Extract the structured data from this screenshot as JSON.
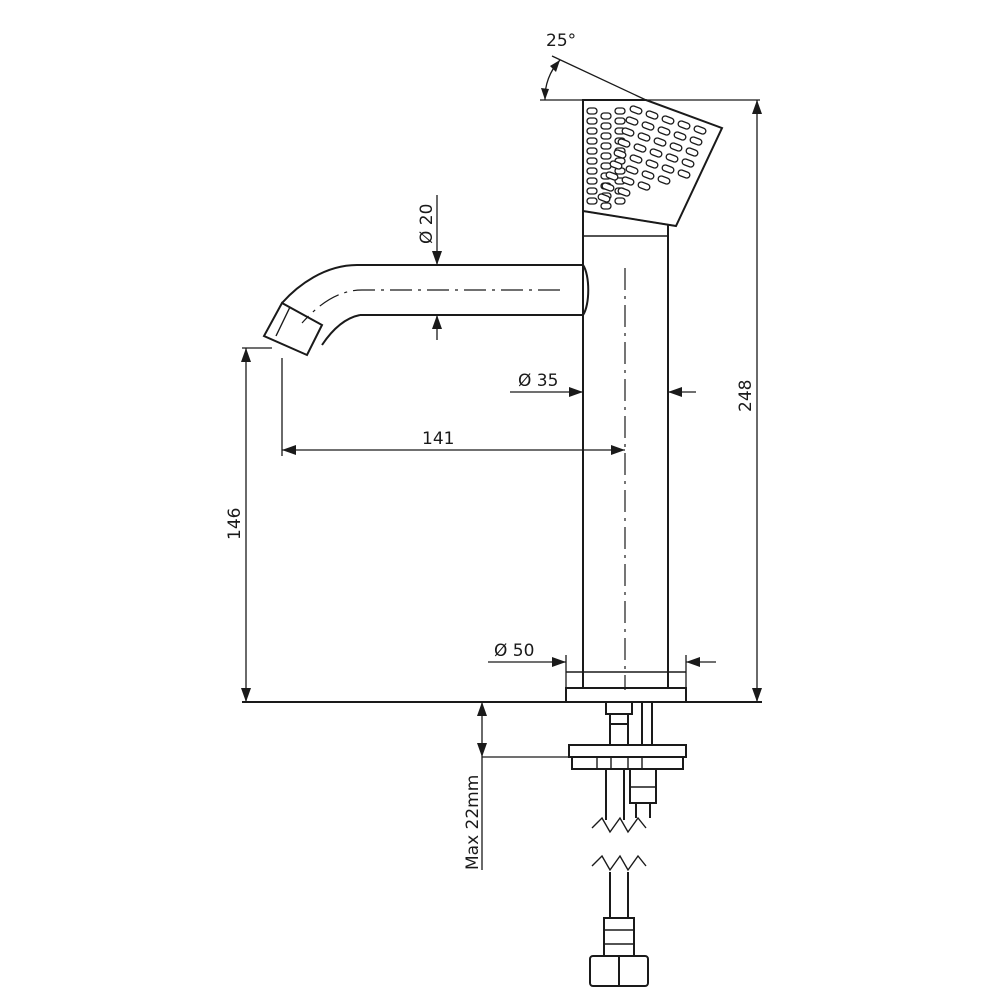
{
  "dimensions": {
    "angle": "25°",
    "spout_diameter": "Ø 20",
    "body_diameter": "Ø 35",
    "reach": "141",
    "total_height": "248",
    "spout_height": "146",
    "base_diameter": "Ø 50",
    "max_deck": "Max 22mm"
  }
}
